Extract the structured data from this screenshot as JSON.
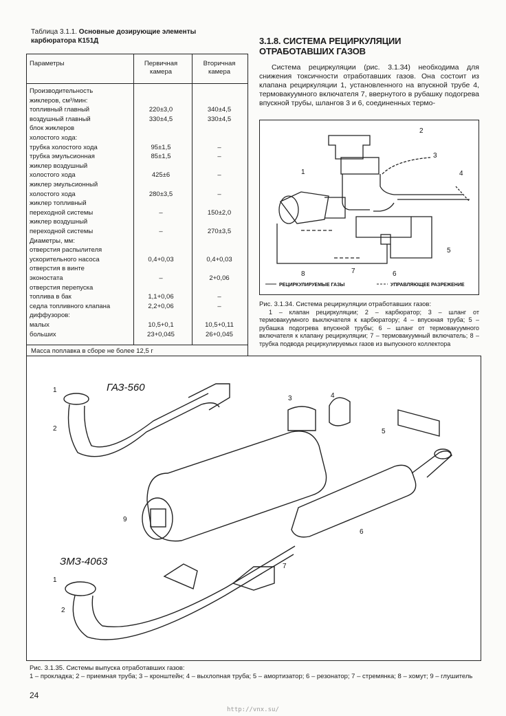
{
  "table": {
    "caption_prefix": "Таблица 3.1.1.",
    "caption_bold": "Основные дозирующие элементы карбюратора К151Д",
    "col_param": "Параметры",
    "col_primary": "Первичная камера",
    "col_secondary": "Вторичная камера",
    "rows": [
      {
        "p": "Производительность",
        "v1": "",
        "v2": ""
      },
      {
        "p": "жиклеров, см³/мин:",
        "v1": "",
        "v2": ""
      },
      {
        "p": "топливный главный",
        "v1": "220±3,0",
        "v2": "340±4,5"
      },
      {
        "p": "воздушный главный",
        "v1": "330±4,5",
        "v2": "330±4,5"
      },
      {
        "p": "блок жиклеров",
        "v1": "",
        "v2": ""
      },
      {
        "p": "холостого хода:",
        "v1": "",
        "v2": ""
      },
      {
        "p": "трубка холостого хода",
        "v1": "95±1,5",
        "v2": "–"
      },
      {
        "p": "трубка эмульсионная",
        "v1": "85±1,5",
        "v2": "–"
      },
      {
        "p": "жиклер воздушный",
        "v1": "",
        "v2": ""
      },
      {
        "p": "холостого хода",
        "v1": "425±6",
        "v2": "–"
      },
      {
        "p": "жиклер эмульсионный",
        "v1": "",
        "v2": ""
      },
      {
        "p": "холостого хода",
        "v1": "280±3,5",
        "v2": "–"
      },
      {
        "p": "жиклер топливный",
        "v1": "",
        "v2": ""
      },
      {
        "p": "переходной системы",
        "v1": "–",
        "v2": "150±2,0"
      },
      {
        "p": "жиклер воздушный",
        "v1": "",
        "v2": ""
      },
      {
        "p": "переходной системы",
        "v1": "–",
        "v2": "270±3,5"
      },
      {
        "p": "Диаметры, мм:",
        "v1": "",
        "v2": ""
      },
      {
        "p": "отверстия распылителя",
        "v1": "",
        "v2": ""
      },
      {
        "p": "ускорительного насоса",
        "v1": "0,4+0,03",
        "v2": "0,4+0,03"
      },
      {
        "p": "отверстия в винте",
        "v1": "",
        "v2": ""
      },
      {
        "p": "эконостата",
        "v1": "–",
        "v2": "2+0,06"
      },
      {
        "p": "отверстия перепуска",
        "v1": "",
        "v2": ""
      },
      {
        "p": "топлива в бак",
        "v1": "1,1+0,06",
        "v2": "–"
      },
      {
        "p": "седла топливного клапана",
        "v1": "2,2+0,06",
        "v2": "–"
      },
      {
        "p": "диффузоров:",
        "v1": "",
        "v2": ""
      },
      {
        "p": "малых",
        "v1": "10,5+0,1",
        "v2": "10,5+0,11"
      },
      {
        "p": "больших",
        "v1": "23+0,045",
        "v2": "26+0,045"
      }
    ],
    "mass": "Масса поплавка в сборе не более 12,5 г"
  },
  "section": {
    "title_line1": "3.1.8. СИСТЕМА РЕЦИРКУЛЯЦИИ",
    "title_line2": "ОТРАБОТАВШИХ ГАЗОВ",
    "paragraph": "Система рециркуляции (рис. 3.1.34) необходима для снижения токсичности отработавших газов. Она состоит из клапана рециркуляции 1, установленного на впускной трубе 4, термовакуумного включателя 7, ввернутого в рубашку подогрева впускной трубы, шлангов 3 и 6, соединенных термо-"
  },
  "fig134": {
    "labels": [
      "1",
      "2",
      "3",
      "4",
      "5",
      "6",
      "7",
      "8"
    ],
    "legend_left": "РЕЦИРКУЛИРУЕМЫЕ ГАЗЫ",
    "legend_right": "УПРАВЛЯЮЩЕЕ РАЗРЕЖЕНИЕ",
    "caption_title": "Рис. 3.1.34. Система рециркуляции отработавших газов:",
    "caption_body": "1 – клапан рециркуляции; 2 – карбюратор; 3 – шланг от термовакуумного выключателя к карбюратору; 4 – впускная труба; 5 – рубашка подогрева впускной трубы; 6 – шланг от термовакуумного включателя к клапану рециркуляции; 7 – термовакуумный включатель; 8 – трубка подвода рециркулируемых газов из выпускного коллектора"
  },
  "fig135": {
    "engine_top": "ГАЗ-560",
    "engine_bottom": "ЗМЗ-4063",
    "caption_title": "Рис. 3.1.35. Системы выпуска отработавших газов:",
    "caption_body": "1 – прокладка; 2 – приемная труба; 3 – кронштейн; 4 – выхлопная труба; 5 – амортизатор; 6 – резонатор; 7 – стремянка; 8 – хомут; 9 – глушитель"
  },
  "page_number": "24",
  "watermark": "http://vnx.su/"
}
